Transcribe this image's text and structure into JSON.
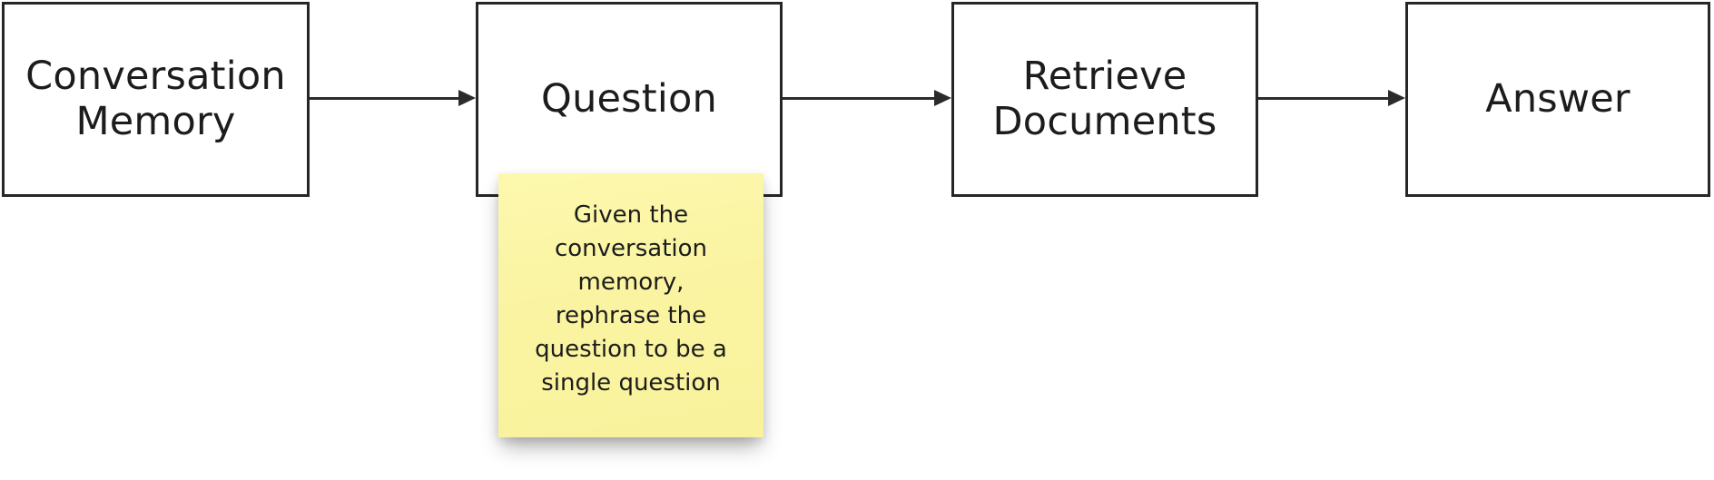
{
  "diagram": {
    "background_color": "#ffffff",
    "node_border_color": "#262626",
    "node_fill_color": "#ffffff",
    "arrow_color": "#2b2b2b",
    "text_color": "#1c1c1c",
    "nodes": [
      {
        "id": "conversation-memory",
        "label": "Conversation\nMemory"
      },
      {
        "id": "question",
        "label": "Question"
      },
      {
        "id": "retrieve-documents",
        "label": "Retrieve\nDocuments"
      },
      {
        "id": "answer",
        "label": "Answer"
      }
    ],
    "edges": [
      {
        "id": "edge-1",
        "from": "conversation-memory",
        "to": "question",
        "style": "arrow"
      },
      {
        "id": "edge-2",
        "from": "question",
        "to": "retrieve-documents",
        "style": "arrow"
      },
      {
        "id": "edge-3",
        "from": "retrieve-documents",
        "to": "answer",
        "style": "arrow"
      }
    ],
    "annotations": [
      {
        "id": "sticky-note-question",
        "attached_to": "question",
        "kind": "sticky-note",
        "color": "#faf4a2",
        "text": "Given the\nconversation\nmemory,\nrephrase the\nquestion to be a\nsingle question"
      }
    ]
  }
}
